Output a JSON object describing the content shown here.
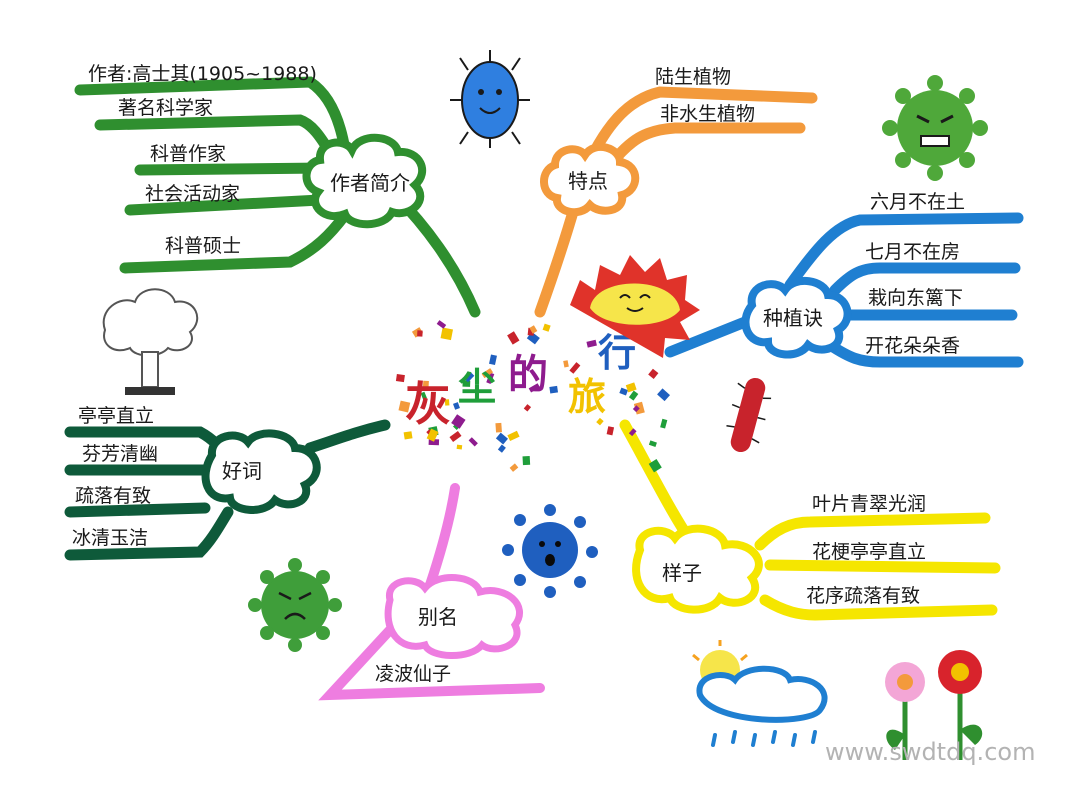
{
  "title": {
    "chars": [
      {
        "text": "灰",
        "color": "#c8232c"
      },
      {
        "text": "尘",
        "color": "#1f9e3a"
      },
      {
        "text": "的",
        "color": "#8e1c8e"
      },
      {
        "text": "行",
        "color": "#1f5fbf"
      },
      {
        "text": "旅",
        "color": "#f2c200"
      }
    ]
  },
  "branches": {
    "author": {
      "node": "作者简介",
      "color": "#2f8f2f",
      "items": [
        "作者:高士其(1905~1988)",
        "著名科学家",
        "科普作家",
        "社会活动家",
        "科普硕士"
      ]
    },
    "features": {
      "node": "特点",
      "color": "#f39a3c",
      "items": [
        "陆生植物",
        "非水生植物"
      ]
    },
    "planting": {
      "node": "种植诀",
      "color": "#1f7fd1",
      "items": [
        "六月不在土",
        "七月不在房",
        "栽向东篱下",
        "开花朵朵香"
      ]
    },
    "words": {
      "node": "好词",
      "color": "#0e5a3a",
      "items": [
        "亭亭直立",
        "芬芳清幽",
        "疏落有致",
        "冰清玉洁"
      ]
    },
    "alias": {
      "node": "别名",
      "color": "#ee7de0",
      "items": [
        "凌波仙子"
      ]
    },
    "shape": {
      "node": "样子",
      "color": "#f5e600",
      "items": [
        "叶片青翠光润",
        "花梗亭亭直立",
        "花序疏落有致"
      ]
    }
  },
  "icons": {
    "blue_germ": "blue-smiling-germ-icon",
    "green_angry_germ": "green-angry-germ-icon",
    "sun": "smiling-sun-icon",
    "red_bacterium": "red-bacterium-icon",
    "dark_blue_germ": "dark-blue-germ-icon",
    "green_sad_germ": "green-sad-germ-icon",
    "mushroom_cloud": "mushroom-cloud-icon",
    "rain_cloud": "rain-cloud-with-sun-icon",
    "flowers": "flowers-icon"
  },
  "watermark": "www.swdtdq.com"
}
